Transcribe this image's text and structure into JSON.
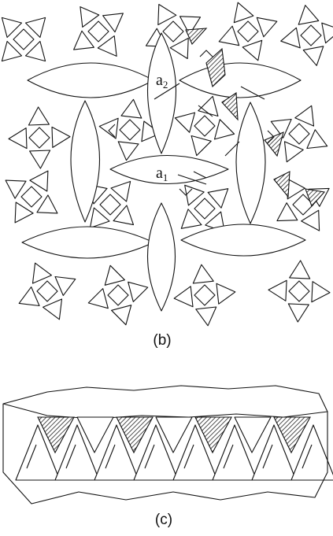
{
  "panels": [
    {
      "id": "b",
      "caption": "(b)"
    },
    {
      "id": "c",
      "caption": "(c)"
    }
  ],
  "ring_labels": {
    "a2_base": "a",
    "a2_sub": "2",
    "a1_base": "a",
    "a1_sub": "1"
  }
}
